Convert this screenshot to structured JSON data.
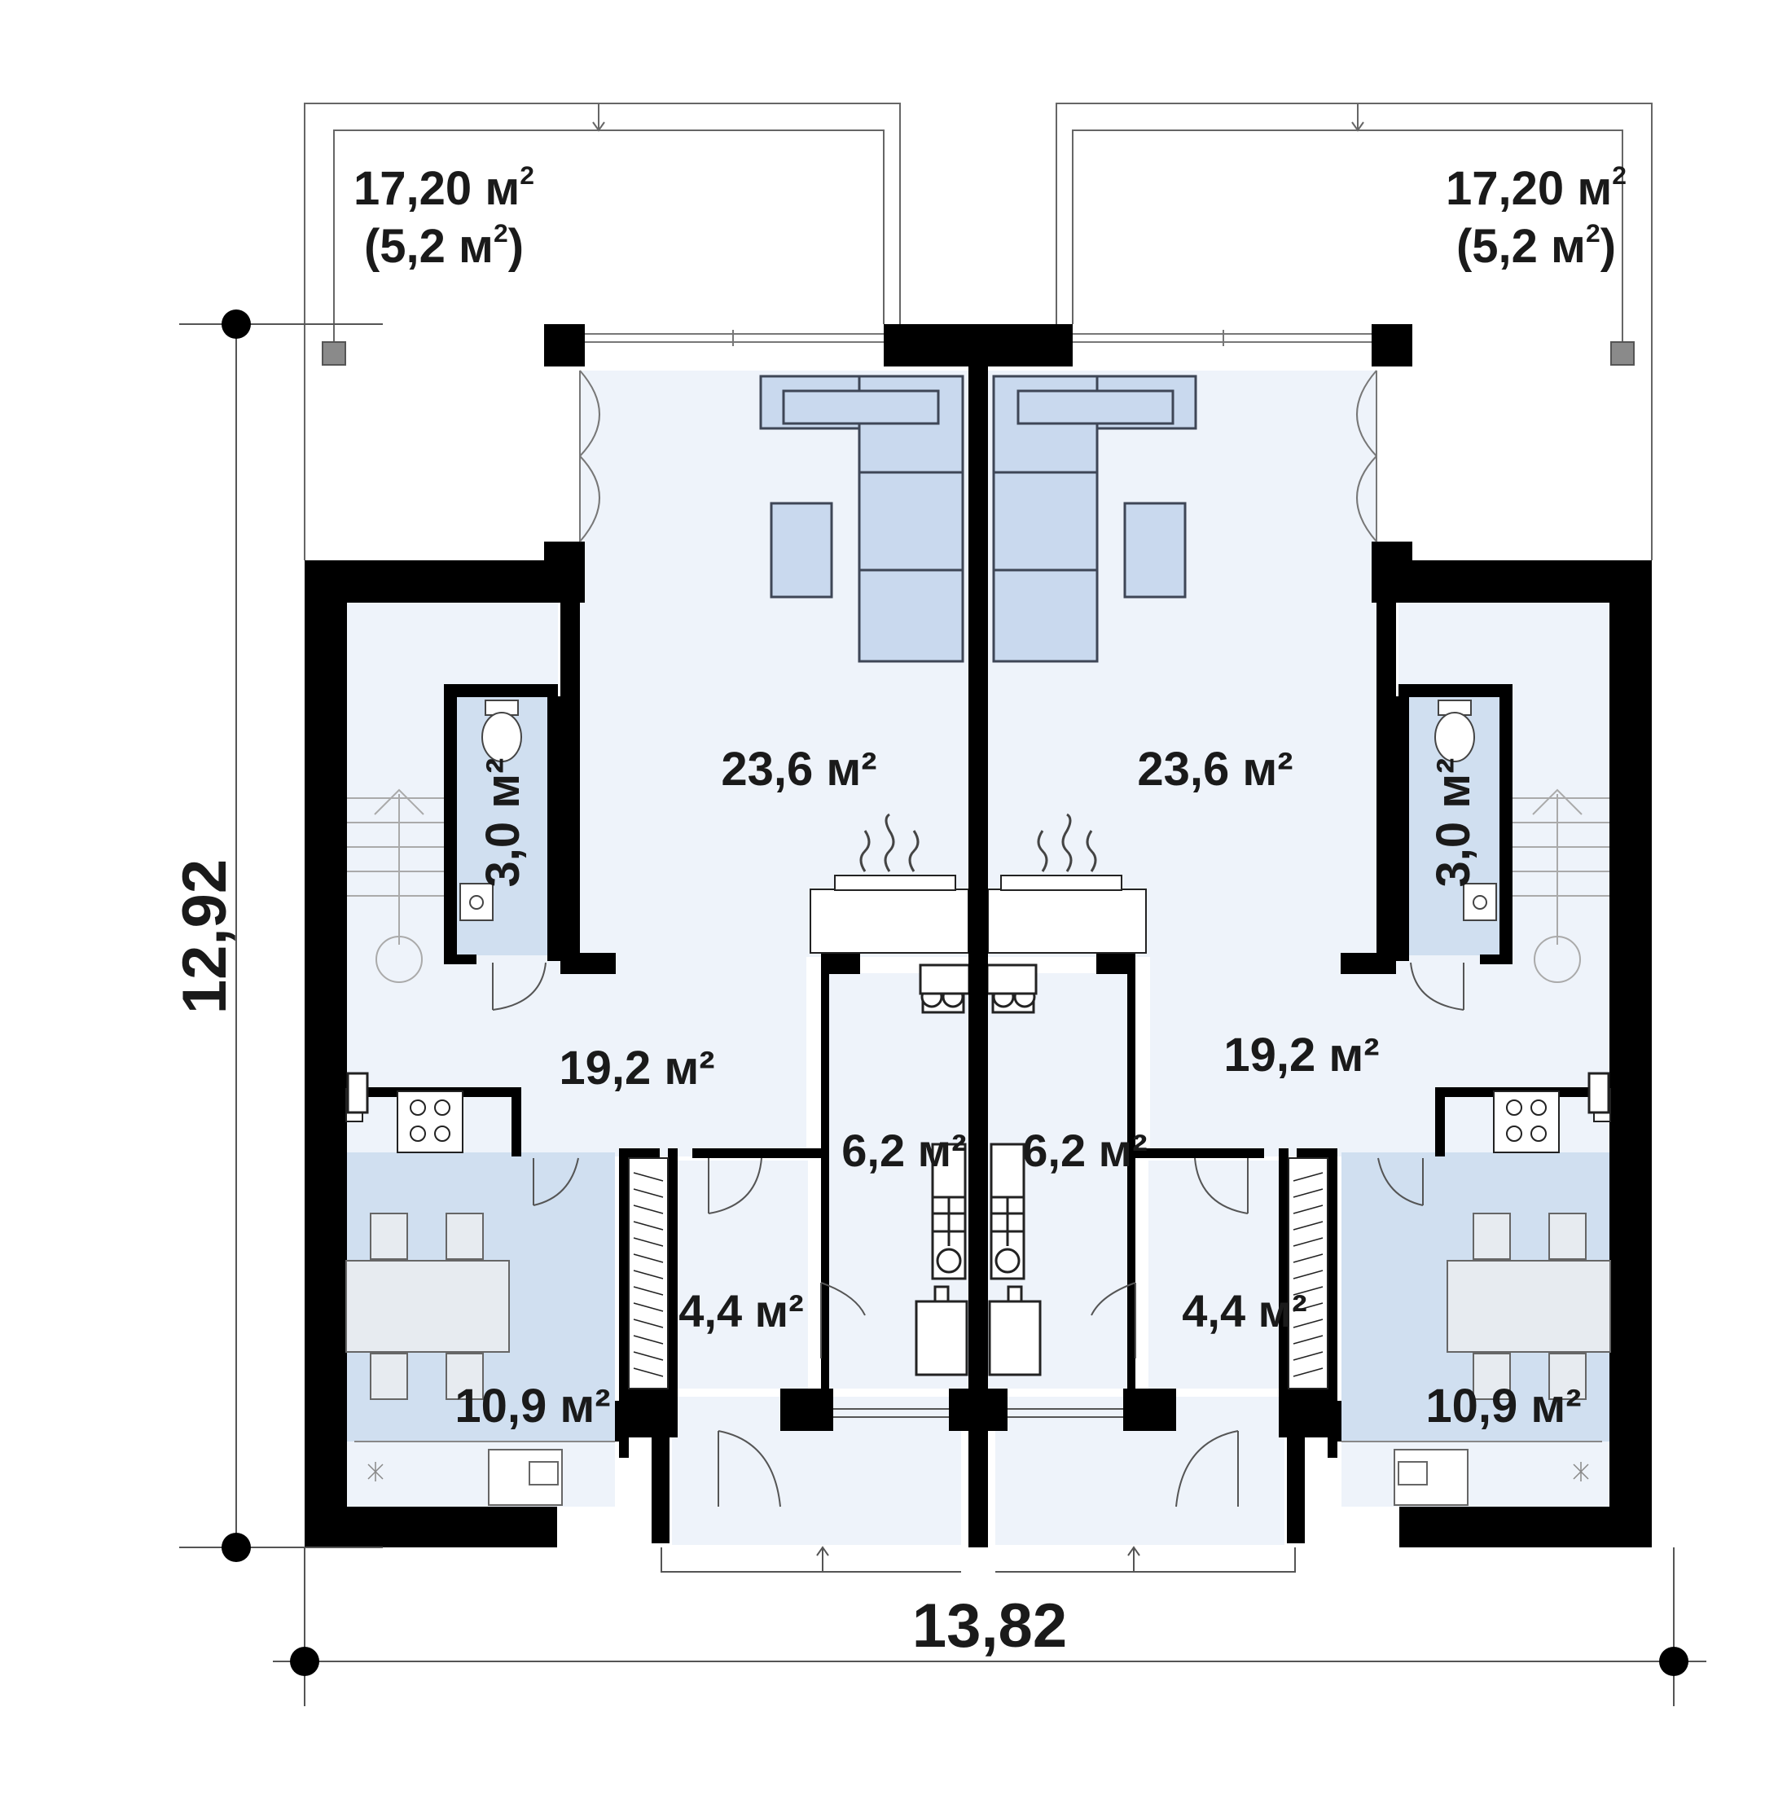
{
  "plan": {
    "dimensions": {
      "width": "13,82",
      "depth": "12,92"
    },
    "unit": "м",
    "unit_sup": "2",
    "terraces": [
      {
        "id": "terrace-left",
        "area": "17,20",
        "covered": "(5,2"
      },
      {
        "id": "terrace-right",
        "area": "17,20",
        "covered": "(5,2"
      }
    ],
    "rooms": {
      "living_left": "23,6 м²",
      "living_right": "23,6 м²",
      "wc_left": "3,0 м²",
      "wc_right": "3,0 м²",
      "hall_left": "19,2 м²",
      "hall_right": "19,2 м²",
      "bath_left": "6,2 м²",
      "bath_right": "6,2 м²",
      "closet_left": "4,4 м²",
      "closet_right": "4,4 м²",
      "kitchen_left": "10,9 м²",
      "kitchen_right": "10,9 м²"
    },
    "colors": {
      "wall": "#000000",
      "room_fill": "#eef3fa",
      "wet_fill": "#d0dff0",
      "furniture": "#c9d9ee",
      "furniture_stroke": "#3e4656",
      "line": "#555555"
    }
  }
}
